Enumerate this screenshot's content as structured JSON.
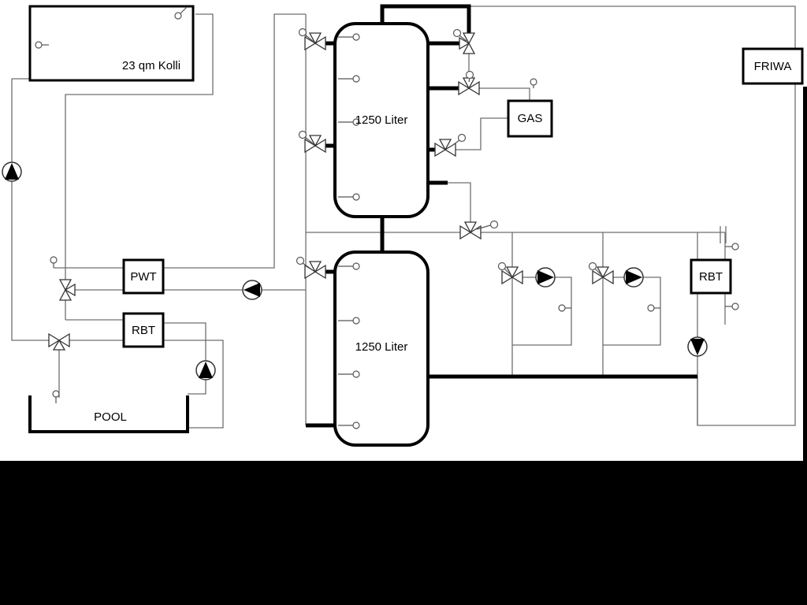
{
  "diagram": {
    "labels": {
      "collector": "23 qm Kolli",
      "tank_top": "1250 Liter",
      "tank_bottom": "1250 Liter",
      "pwt": "PWT",
      "rbt_left": "RBT",
      "rbt_right": "RBT",
      "gas": "GAS",
      "friwa": "FRIWA",
      "pool": "POOL"
    },
    "colors": {
      "background": "#ffffff",
      "letterbox": "#000000",
      "pipe_thick": "#000000",
      "pipe_thin": "#6f6f6f",
      "symbol_stroke": "#333333",
      "pump_triangle": "#000000"
    }
  }
}
